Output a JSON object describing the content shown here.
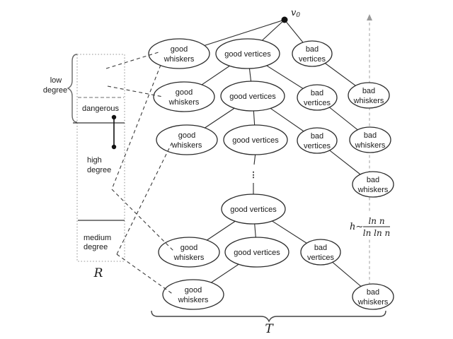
{
  "root": {
    "label_base": "v",
    "label_sub": "0"
  },
  "nodes": [
    {
      "id": "gw1",
      "lines": [
        "good",
        "whiskers"
      ]
    },
    {
      "id": "gv1",
      "lines": [
        "good vertices"
      ]
    },
    {
      "id": "bv1",
      "lines": [
        "bad",
        "vertices"
      ]
    },
    {
      "id": "gw2",
      "lines": [
        "good",
        "whiskers"
      ]
    },
    {
      "id": "gv2",
      "lines": [
        "good vertices"
      ]
    },
    {
      "id": "bv2",
      "lines": [
        "bad",
        "vertices"
      ]
    },
    {
      "id": "bw2",
      "lines": [
        "bad",
        "whiskers"
      ]
    },
    {
      "id": "gw3",
      "lines": [
        "good",
        "whiskers"
      ]
    },
    {
      "id": "gv3",
      "lines": [
        "good vertices"
      ]
    },
    {
      "id": "bv3",
      "lines": [
        "bad",
        "vertices"
      ]
    },
    {
      "id": "bw3",
      "lines": [
        "bad",
        "whiskers"
      ]
    },
    {
      "id": "bw4",
      "lines": [
        "bad",
        "whiskers"
      ]
    },
    {
      "id": "gv4",
      "lines": [
        "good vertices"
      ]
    },
    {
      "id": "gw5",
      "lines": [
        "good",
        "whiskers"
      ]
    },
    {
      "id": "gv5",
      "lines": [
        "good vertices"
      ]
    },
    {
      "id": "bv5",
      "lines": [
        "bad",
        "vertices"
      ]
    },
    {
      "id": "gw6",
      "lines": [
        "good",
        "whiskers"
      ]
    },
    {
      "id": "bw6",
      "lines": [
        "bad",
        "whiskers"
      ]
    }
  ],
  "edges": [
    [
      "root",
      "gw1"
    ],
    [
      "root",
      "gv1"
    ],
    [
      "root",
      "bv1"
    ],
    [
      "gv1",
      "gw2"
    ],
    [
      "gv1",
      "gv2"
    ],
    [
      "gv1",
      "bv2"
    ],
    [
      "bv1",
      "bw2"
    ],
    [
      "gv2",
      "gw3"
    ],
    [
      "gv2",
      "gv3"
    ],
    [
      "gv2",
      "bv3"
    ],
    [
      "bv2",
      "bw3"
    ],
    [
      "bv3",
      "bw4"
    ],
    [
      "gv3",
      "gv4"
    ],
    [
      "gv4",
      "gw5"
    ],
    [
      "gv4",
      "gv5"
    ],
    [
      "gv4",
      "bv5"
    ],
    [
      "gv5",
      "gw6"
    ],
    [
      "bv5",
      "bw6"
    ]
  ],
  "ellipsis": "⋮",
  "pointers": [
    {
      "from": "low-degree-band",
      "to": "gw1"
    },
    {
      "from": "low-degree-band",
      "to": "gw2"
    },
    {
      "from": "gw1",
      "to": "high-degree-band"
    },
    {
      "from": "high-degree-band",
      "to": "gw5"
    },
    {
      "from": "gw3",
      "to": "medium-degree-band"
    },
    {
      "from": "medium-degree-band",
      "to": "gw6"
    }
  ],
  "regions": {
    "low": {
      "lines": [
        "low",
        "degree"
      ]
    },
    "dangerous": {
      "lines": [
        "dangerous"
      ]
    },
    "high": {
      "lines": [
        "high",
        "degree"
      ]
    },
    "medium": {
      "lines": [
        "medium",
        "degree"
      ]
    },
    "set_label": "R"
  },
  "tree_label": "T",
  "formula": {
    "lhs": "h",
    "rel": "∼",
    "num_fn": "ln ",
    "num_var": "n",
    "den_fn": "ln ln ",
    "den_var": "n"
  },
  "colors": {
    "stroke": "#2b2b2b",
    "dashed_pointer": "#3a3a3a",
    "region_border": "#ababab",
    "guide_line": "#b5b5b5",
    "text": "#1a1a1a"
  }
}
